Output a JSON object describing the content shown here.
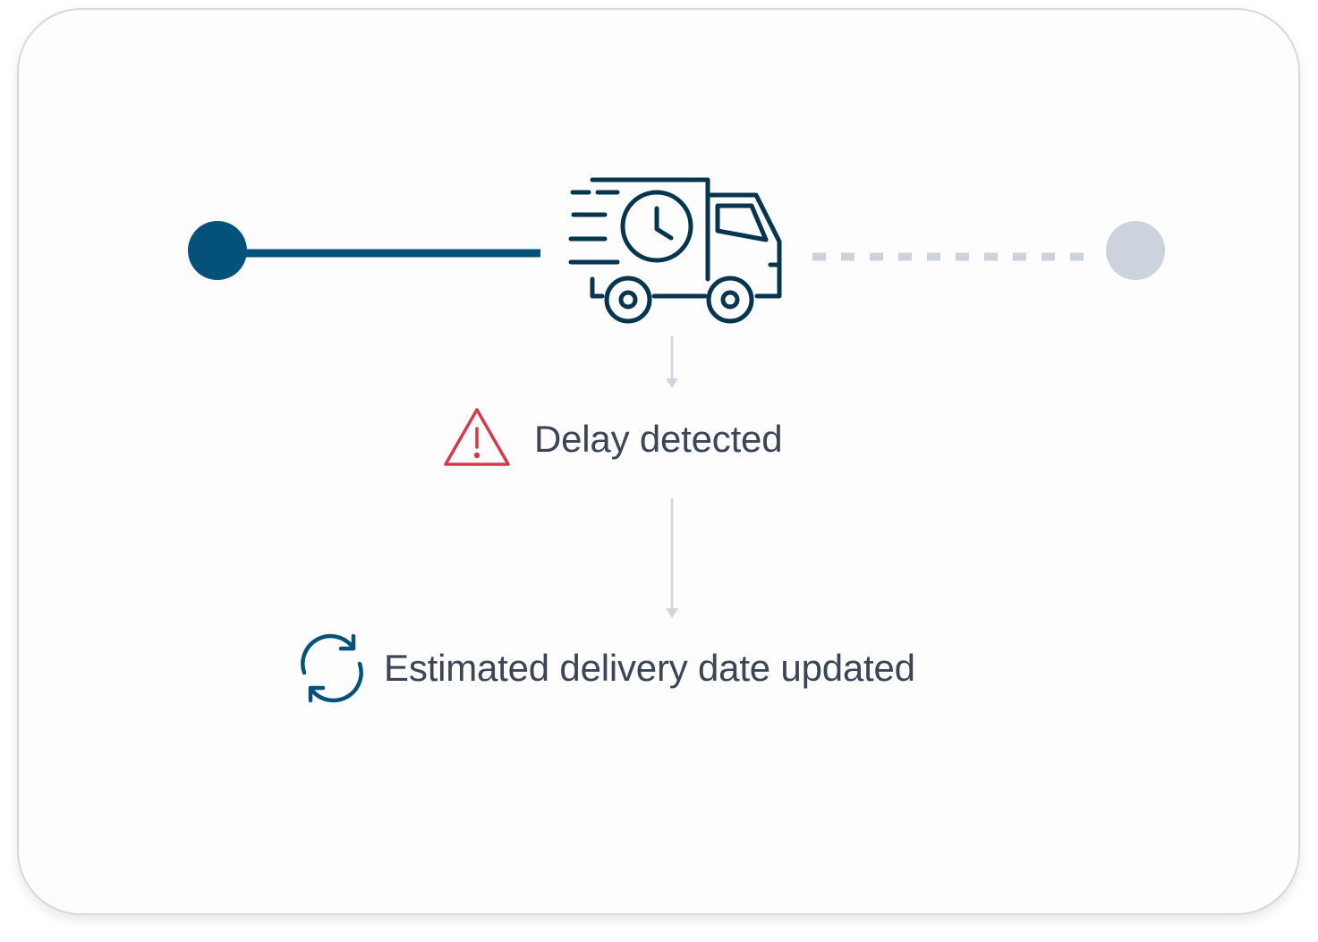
{
  "colors": {
    "primary": "#04527a",
    "pending": "#cdd3dc",
    "connector": "#cfd5dd",
    "warning": "#d6394a",
    "text": "#3b4556",
    "card_border": "#d4d9e0"
  },
  "timeline": {
    "start_node_state": "completed",
    "end_node_state": "pending",
    "vehicle_icon": "delivery-truck-clock-icon"
  },
  "events": [
    {
      "label": "Delay detected",
      "icon": "warning-triangle-icon"
    },
    {
      "label": "Estimated delivery date updated",
      "icon": "refresh-icon"
    }
  ]
}
